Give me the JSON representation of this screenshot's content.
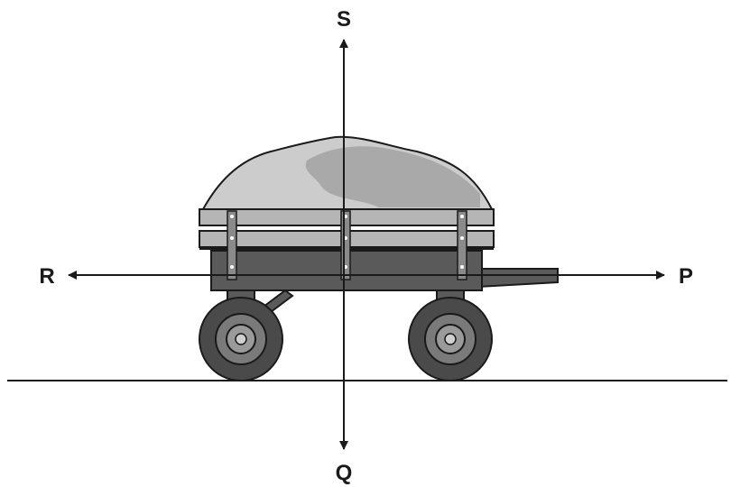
{
  "labels": {
    "up": "S",
    "down": "Q",
    "left": "R",
    "right": "P"
  },
  "colors": {
    "line": "#1a1a1a",
    "body": "#5a5a5a",
    "rail": "#b5b5b5",
    "load_light": "#cccccc",
    "load_dark": "#a9a9a9",
    "wheel": "#4a4a4a"
  }
}
